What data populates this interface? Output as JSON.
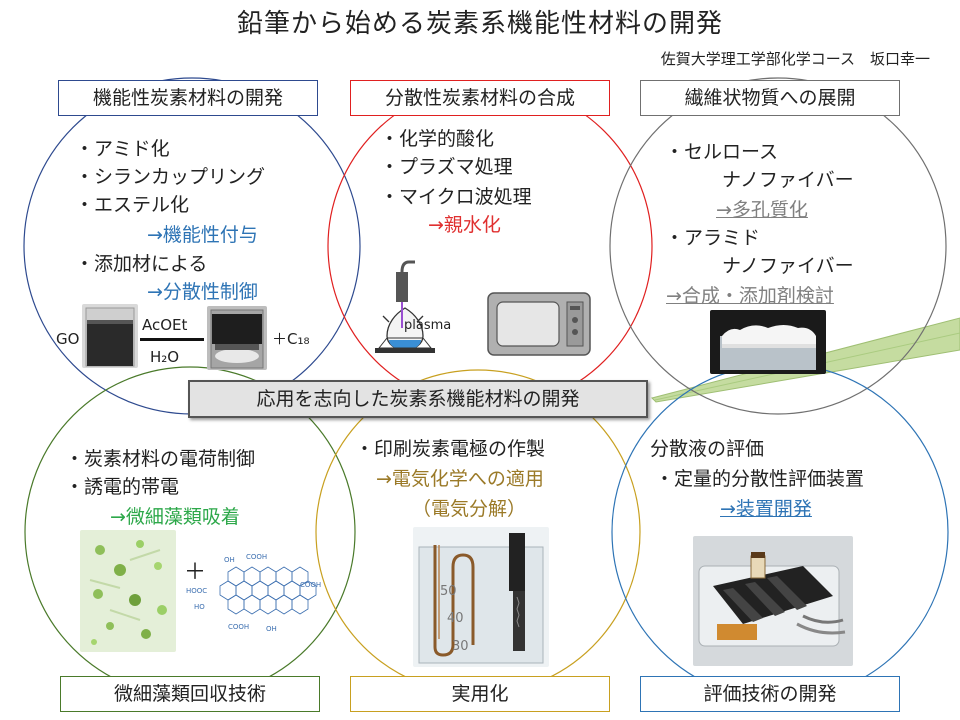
{
  "title": "鉛筆から始める炭素系機能性材料の開発",
  "author": "佐賀大学理工学部化学コース　坂口幸一",
  "center_label": "応用を志向した炭素系機能材料の開発",
  "colors": {
    "blue_circle": "#2e4a8f",
    "red_circle": "#e02020",
    "gray_circle": "#707070",
    "green_circle": "#4a7a2a",
    "gold_circle": "#c8a020",
    "blue_text": "#2e74b5",
    "red_text": "#e03030",
    "green_text": "#2da84a",
    "gold_text": "#9b7a28",
    "pencil": "#c5dca0"
  },
  "panels": {
    "functional": {
      "label": "機能性炭素材料の開発",
      "item1": "・アミド化",
      "item2": "・シランカップリング",
      "item3": "・エステル化",
      "arrow1": "→機能性付与",
      "item4": "・添加材による",
      "arrow2": "→分散性制御",
      "go": "GO",
      "reagent": "AcOEt",
      "h2o": "H₂O",
      "c18": "＋C₁₈"
    },
    "dispersive": {
      "label": "分散性炭素材料の合成",
      "item1": "・化学的酸化",
      "item2": "・プラズマ処理",
      "item3": "・マイクロ波処理",
      "arrow": "→親水化",
      "plasma": "plasma"
    },
    "fiber": {
      "label": "繊維状物質への展開",
      "item1": "・セルロース",
      "item1b": "ナノファイバー",
      "arrow1": "→多孔質化",
      "item2": "・アラミド",
      "item2b": "ナノファイバー",
      "arrow2": "→合成・添加剤検討"
    },
    "algae": {
      "label": "微細藻類回収技術",
      "item1": "・炭素材料の電荷制御",
      "item2": "・誘電的帯電",
      "arrow": "→微細藻類吸着",
      "plus": "＋",
      "cooh": "COOH",
      "oh": "OH",
      "hooc": "HOOC",
      "ho": "HO"
    },
    "practical": {
      "label": "実用化",
      "item1": "・印刷炭素電極の作製",
      "arrow": "→電気化学への適用",
      "sub": "（電気分解）",
      "tick1": "50",
      "tick2": "40",
      "tick3": "30"
    },
    "evaluation": {
      "label": "評価技術の開発",
      "item0": "分散液の評価",
      "item1": "・定量的分散性評価装置",
      "arrow": "→装置開発"
    }
  }
}
